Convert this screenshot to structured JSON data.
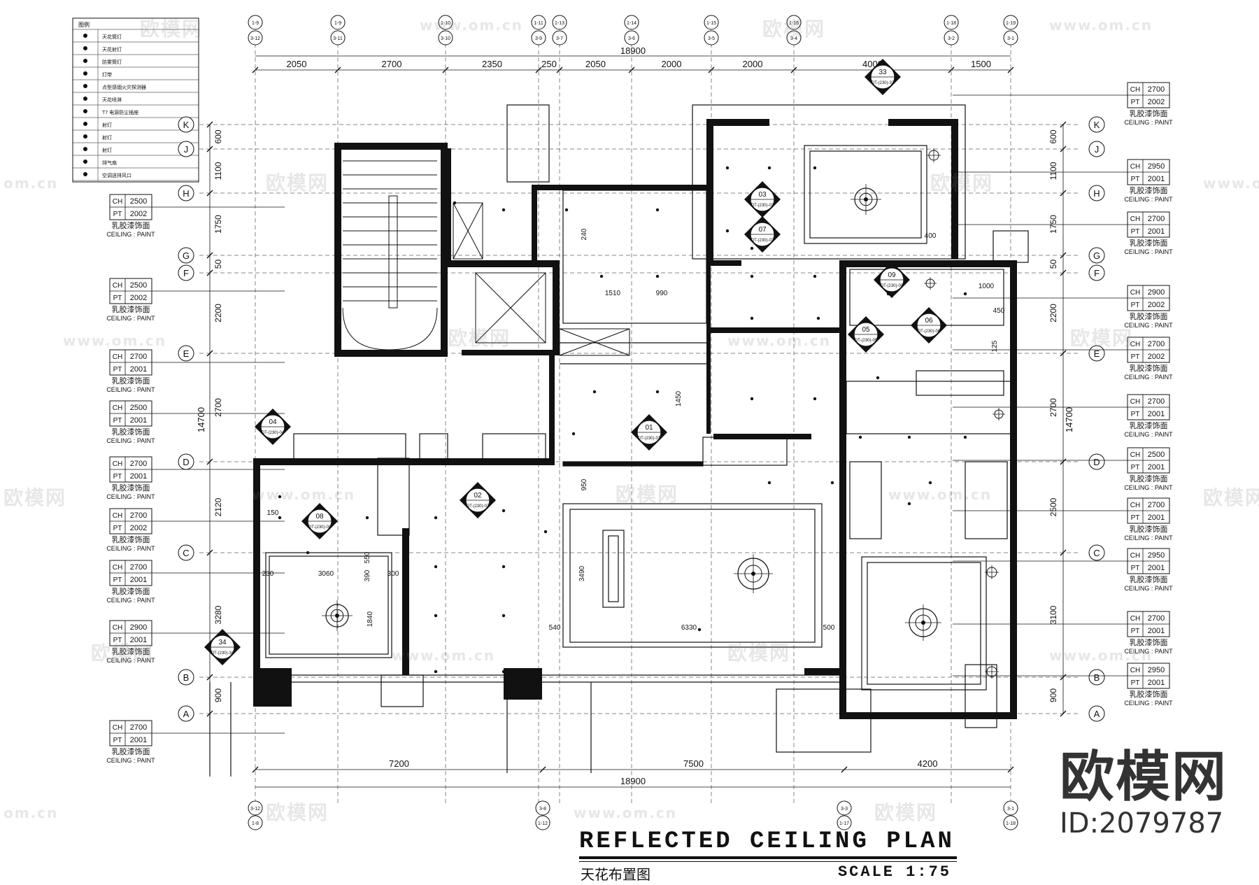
{
  "drawing": {
    "title_en": "REFLECTED CEILING PLAN",
    "title_cn": "天花布置图",
    "scale": "SCALE 1:75",
    "overall_width": "18900",
    "overall_height": "14700"
  },
  "brand": {
    "logo": "欧模网",
    "id": "ID:2079787"
  },
  "watermark": {
    "text": "欧模网",
    "url": "www.om.cn",
    "url_short": "om.cn"
  },
  "legend": {
    "header": "图例",
    "rows": [
      "天花筒灯",
      "天花射灯",
      "防雾筒灯",
      "灯带",
      "点型感烟火灾探测器",
      "天花喷淋",
      "T7 电源防尘插座",
      "射灯",
      "射灯",
      "射灯",
      "排气扇",
      "空调送排风口"
    ]
  },
  "top_axes": [
    {
      "top": "1-9",
      "bottom": "3-12"
    },
    {
      "top": "1-9",
      "bottom": "3-11"
    },
    {
      "top": "1-10",
      "bottom": "3-10"
    },
    {
      "top": "1-11",
      "bottom": "3-9"
    },
    {
      "top": "1-13",
      "bottom": "3-7"
    },
    {
      "top": "1-14",
      "bottom": "3-6"
    },
    {
      "top": "1-15",
      "bottom": "3-5"
    },
    {
      "top": "1-16",
      "bottom": "3-4"
    },
    {
      "top": "1-18",
      "bottom": "3-2"
    },
    {
      "top": "1-19",
      "bottom": "3-1"
    }
  ],
  "top_dims": [
    "2050",
    "2700",
    "2350",
    "250",
    "2050",
    "2000",
    "2000",
    "4000",
    "1500"
  ],
  "bottom_dims": [
    "7200",
    "7500",
    "4200"
  ],
  "bottom_axes": [
    {
      "top": "3-12",
      "bottom": "1-8"
    },
    {
      "top": "3-8",
      "bottom": "1-12"
    },
    {
      "top": "3-3",
      "bottom": "1-17"
    },
    {
      "top": "3-1",
      "bottom": "1-18"
    }
  ],
  "row_axes": [
    "K",
    "J",
    "H",
    "G",
    "F",
    "E",
    "D",
    "C",
    "B",
    "A"
  ],
  "left_dims": [
    "600",
    "1100",
    "1750",
    "50",
    "2200",
    "2700",
    "2120",
    "3280",
    "900"
  ],
  "right_dims": [
    "600",
    "1100",
    "1750",
    "50",
    "2200",
    "2700",
    "2500",
    "3100",
    "900"
  ],
  "left_tags": [
    {
      "ch": "2500",
      "pt": "2002"
    },
    {
      "ch": "2500",
      "pt": "2002"
    },
    {
      "ch": "2700",
      "pt": "2001"
    },
    {
      "ch": "2500",
      "pt": "2001"
    },
    {
      "ch": "2700",
      "pt": "2001"
    },
    {
      "ch": "2700",
      "pt": "2002"
    },
    {
      "ch": "2700",
      "pt": "2001"
    },
    {
      "ch": "2900",
      "pt": "2001"
    },
    {
      "ch": "2700",
      "pt": "2001"
    }
  ],
  "right_tags": [
    {
      "ch": "2700",
      "pt": "2002"
    },
    {
      "ch": "2950",
      "pt": "2001"
    },
    {
      "ch": "2700",
      "pt": "2001"
    },
    {
      "ch": "2900",
      "pt": "2002"
    },
    {
      "ch": "2700",
      "pt": "2002"
    },
    {
      "ch": "2700",
      "pt": "2001"
    },
    {
      "ch": "2500",
      "pt": "2001"
    },
    {
      "ch": "2700",
      "pt": "2001"
    },
    {
      "ch": "2950",
      "pt": "2001"
    },
    {
      "ch": "2700",
      "pt": "2001"
    },
    {
      "ch": "2950",
      "pt": "2001"
    }
  ],
  "tag_labels": {
    "ch": "CH",
    "pt": "PT",
    "finish_cn": "乳胶漆饰面",
    "finish_en": "CEILING : PAINT"
  },
  "section_markers": [
    {
      "num": "01",
      "ref": "DT-(230)-01"
    },
    {
      "num": "02",
      "ref": "DT-(230)-02"
    },
    {
      "num": "03",
      "ref": "DT-(230)-03"
    },
    {
      "num": "04",
      "ref": "DT-(230)-04"
    },
    {
      "num": "05",
      "ref": "DT-(230)-05"
    },
    {
      "num": "06",
      "ref": "DT-(230)-06"
    },
    {
      "num": "33",
      "ref": "DT-(230)-33"
    },
    {
      "num": "34",
      "ref": "DT-(230)-34"
    },
    {
      "num": "07",
      "ref": "DT-(230)-07"
    },
    {
      "num": "08",
      "ref": "DT-(230)-08"
    },
    {
      "num": "09",
      "ref": "DT-(230)-09"
    }
  ],
  "interior_dims": [
    "6330",
    "3490",
    "950",
    "540",
    "500",
    "3060",
    "1840",
    "1510",
    "990",
    "1000",
    "450",
    "400",
    "1450",
    "230",
    "550",
    "390",
    "300",
    "150",
    "125",
    "240"
  ]
}
